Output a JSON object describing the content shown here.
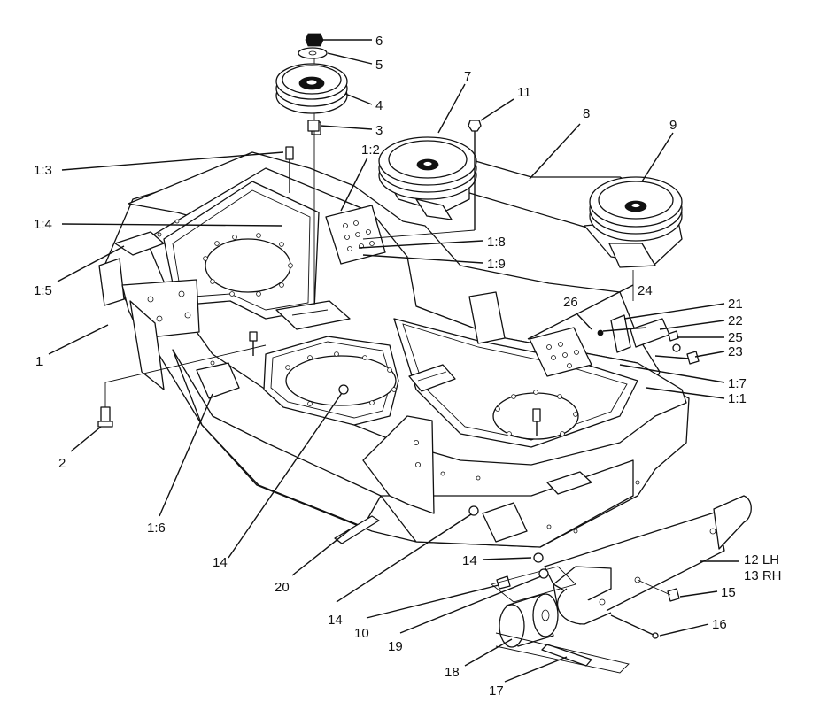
{
  "callouts": [
    {
      "id": "c-6",
      "text": "6"
    },
    {
      "id": "c-5",
      "text": "5"
    },
    {
      "id": "c-4",
      "text": "4"
    },
    {
      "id": "c-3",
      "text": "3"
    },
    {
      "id": "c-7",
      "text": "7"
    },
    {
      "id": "c-11",
      "text": "11"
    },
    {
      "id": "c-8",
      "text": "8"
    },
    {
      "id": "c-9",
      "text": "9"
    },
    {
      "id": "c-1-3",
      "text": "1:3"
    },
    {
      "id": "c-1-2",
      "text": "1:2"
    },
    {
      "id": "c-1-4",
      "text": "1:4"
    },
    {
      "id": "c-1-8",
      "text": "1:8"
    },
    {
      "id": "c-1-9",
      "text": "1:9"
    },
    {
      "id": "c-1-5",
      "text": "1:5"
    },
    {
      "id": "c-1",
      "text": "1"
    },
    {
      "id": "c-24",
      "text": "24"
    },
    {
      "id": "c-26",
      "text": "26"
    },
    {
      "id": "c-21",
      "text": "21"
    },
    {
      "id": "c-22",
      "text": "22"
    },
    {
      "id": "c-25",
      "text": "25"
    },
    {
      "id": "c-23",
      "text": "23"
    },
    {
      "id": "c-1-7",
      "text": "1:7"
    },
    {
      "id": "c-1-1",
      "text": "1:1"
    },
    {
      "id": "c-2",
      "text": "2"
    },
    {
      "id": "c-1-6",
      "text": "1:6"
    },
    {
      "id": "c-14a",
      "text": "14"
    },
    {
      "id": "c-20",
      "text": "20"
    },
    {
      "id": "c-14b",
      "text": "14"
    },
    {
      "id": "c-14c",
      "text": "14"
    },
    {
      "id": "c-12",
      "text": "12 LH"
    },
    {
      "id": "c-13",
      "text": "13 RH"
    },
    {
      "id": "c-15",
      "text": "15"
    },
    {
      "id": "c-16",
      "text": "16"
    },
    {
      "id": "c-10",
      "text": "10"
    },
    {
      "id": "c-19",
      "text": "19"
    },
    {
      "id": "c-18",
      "text": "18"
    },
    {
      "id": "c-17",
      "text": "17"
    }
  ]
}
